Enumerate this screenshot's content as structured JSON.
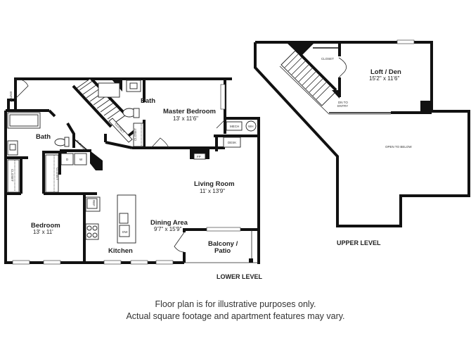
{
  "lower_level": {
    "label": "LOWER LEVEL",
    "entry_label": "ENTRY",
    "rooms": {
      "master_bedroom": {
        "name": "Master Bedroom",
        "dims": "13' x 11'6\""
      },
      "master_bath": {
        "name": "Bath"
      },
      "bath": {
        "name": "Bath"
      },
      "bedroom": {
        "name": "Bedroom",
        "dims": "13' x 11'"
      },
      "living_room": {
        "name": "Living Room",
        "dims": "11' x 13'9\""
      },
      "dining_area": {
        "name": "Dining Area",
        "dims": "9'7\" x 15'9\""
      },
      "kitchen": {
        "name": "Kitchen"
      },
      "balcony": {
        "name_line1": "Balcony /",
        "name_line2": "Patio"
      }
    },
    "fixtures": {
      "mech": "MECH",
      "wh": "WH",
      "desk": "DESK",
      "fp": "FP",
      "dryer": "D",
      "washer": "W",
      "ref": "REF",
      "dw": "DW",
      "alcove": "ALCOVE",
      "closet": "CLOSET"
    }
  },
  "upper_level": {
    "label": "UPPER LEVEL",
    "rooms": {
      "loft": {
        "name": "Loft / Den",
        "dims": "15'2\" x 11'6\""
      }
    },
    "closet": "CLOSET",
    "stairs_note_line1": "DN TO",
    "stairs_note_line2": "ENTRY",
    "open_to_below": "OPEN TO BELOW"
  },
  "disclaimer": {
    "line1": "Floor plan is for illustrative purposes only.",
    "line2": "Actual square footage and apartment features may vary."
  }
}
